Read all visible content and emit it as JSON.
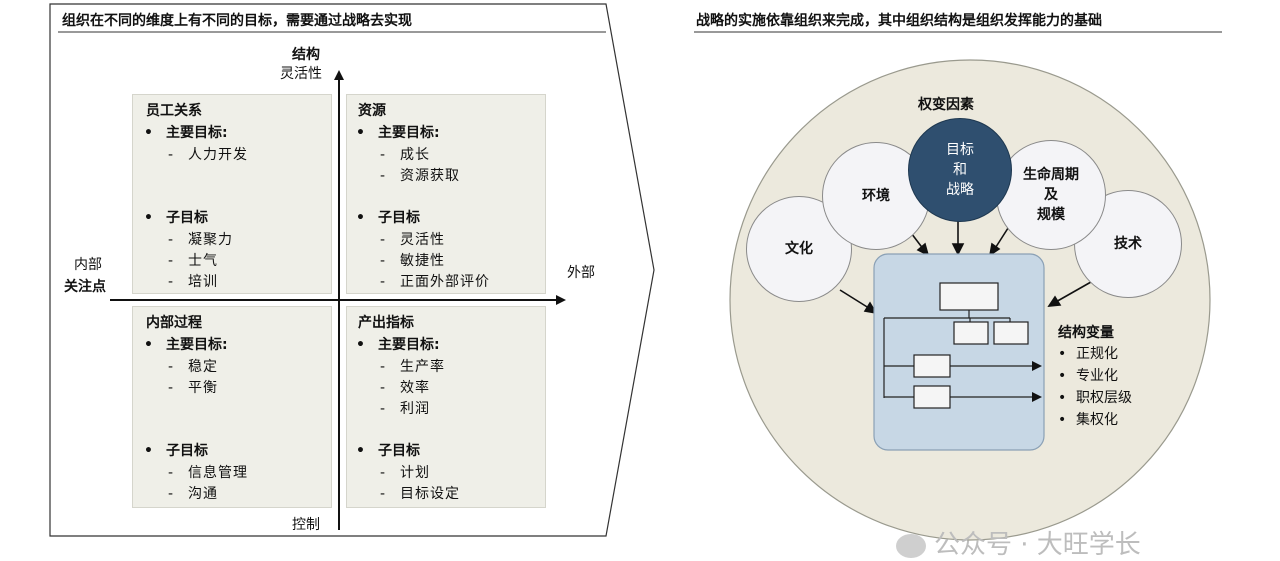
{
  "left": {
    "title": "组织在不同的维度上有不同的目标，需要通过战略去实现",
    "axis": {
      "top_title": "结构",
      "top_sub": "灵活性",
      "bottom": "控制",
      "left_line1": "内部",
      "left_line2": "关注点",
      "right": "外部"
    },
    "quadrants": {
      "tl": {
        "title": "员工关系",
        "main_label": "主要目标:",
        "main_items": [
          "人力开发"
        ],
        "sub_label": "子目标",
        "sub_items": [
          "凝聚力",
          "士气",
          "培训"
        ]
      },
      "tr": {
        "title": "资源",
        "main_label": "主要目标:",
        "main_items": [
          "成长",
          "资源获取"
        ],
        "sub_label": "子目标",
        "sub_items": [
          "灵活性",
          "敏捷性",
          "正面外部评价"
        ]
      },
      "bl": {
        "title": "内部过程",
        "main_label": "主要目标:",
        "main_items": [
          "稳定",
          "平衡"
        ],
        "sub_label": "子目标",
        "sub_items": [
          "信息管理",
          "沟通"
        ]
      },
      "br": {
        "title": "产出指标",
        "main_label": "主要目标:",
        "main_items": [
          "生产率",
          "效率",
          "利润"
        ],
        "sub_label": "子目标",
        "sub_items": [
          "计划",
          "目标设定"
        ]
      }
    }
  },
  "right": {
    "title": "战略的实施依靠组织来完成，其中组织结构是组织发挥能力的基础",
    "outer_label": "权变因素",
    "factors": {
      "goal_line1": "目标",
      "goal_line2": "和",
      "goal_line3": "战略",
      "env": "环境",
      "culture": "文化",
      "lifecycle_line1": "生命周期",
      "lifecycle_line2": "及",
      "lifecycle_line3": "规模",
      "tech": "技术"
    },
    "structure_title": "结构变量",
    "structure_items": [
      "正规化",
      "专业化",
      "职权层级",
      "集权化"
    ]
  },
  "watermark": "公众号 · 大旺学长",
  "colors": {
    "quadrant_bg": "#efefe8",
    "outer_circle": "#ece9dd",
    "goal_circle": "#2f4f6f",
    "factor_circle": "#f4f4f7",
    "org_box": "#c7d7e5"
  }
}
